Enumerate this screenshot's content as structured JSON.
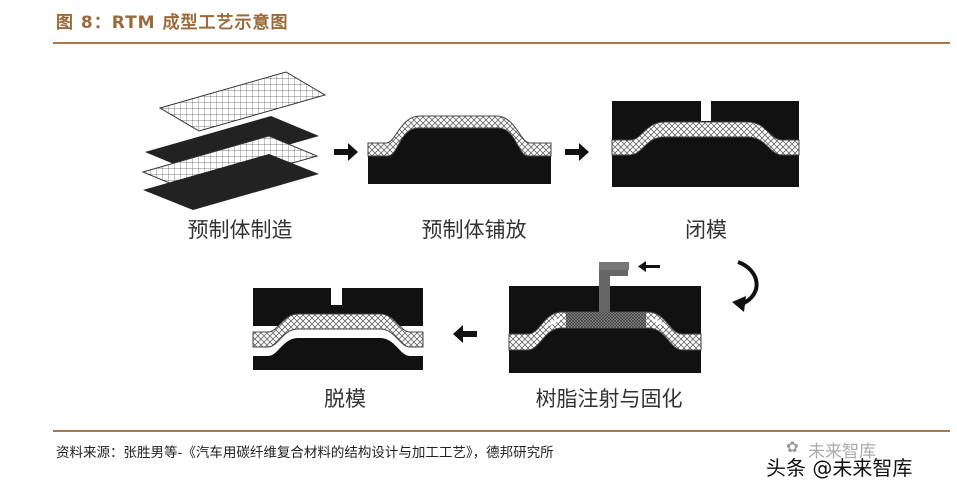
{
  "figure": {
    "title": "图 8：RTM 成型工艺示意图"
  },
  "steps": [
    {
      "label": "预制体制造"
    },
    {
      "label": "预制体铺放"
    },
    {
      "label": "闭模"
    },
    {
      "label": "树脂注射与固化"
    },
    {
      "label": "脱模"
    }
  ],
  "source": "资料来源：张胜男等-《汽车用碳纤维复合材料的结构设计与加工工艺》，德邦研究所",
  "watermark": {
    "top": "未来智库",
    "bottom": "头条 @未来智库"
  },
  "colors": {
    "accent": "#a9774a",
    "title": "#9a6a3a"
  }
}
